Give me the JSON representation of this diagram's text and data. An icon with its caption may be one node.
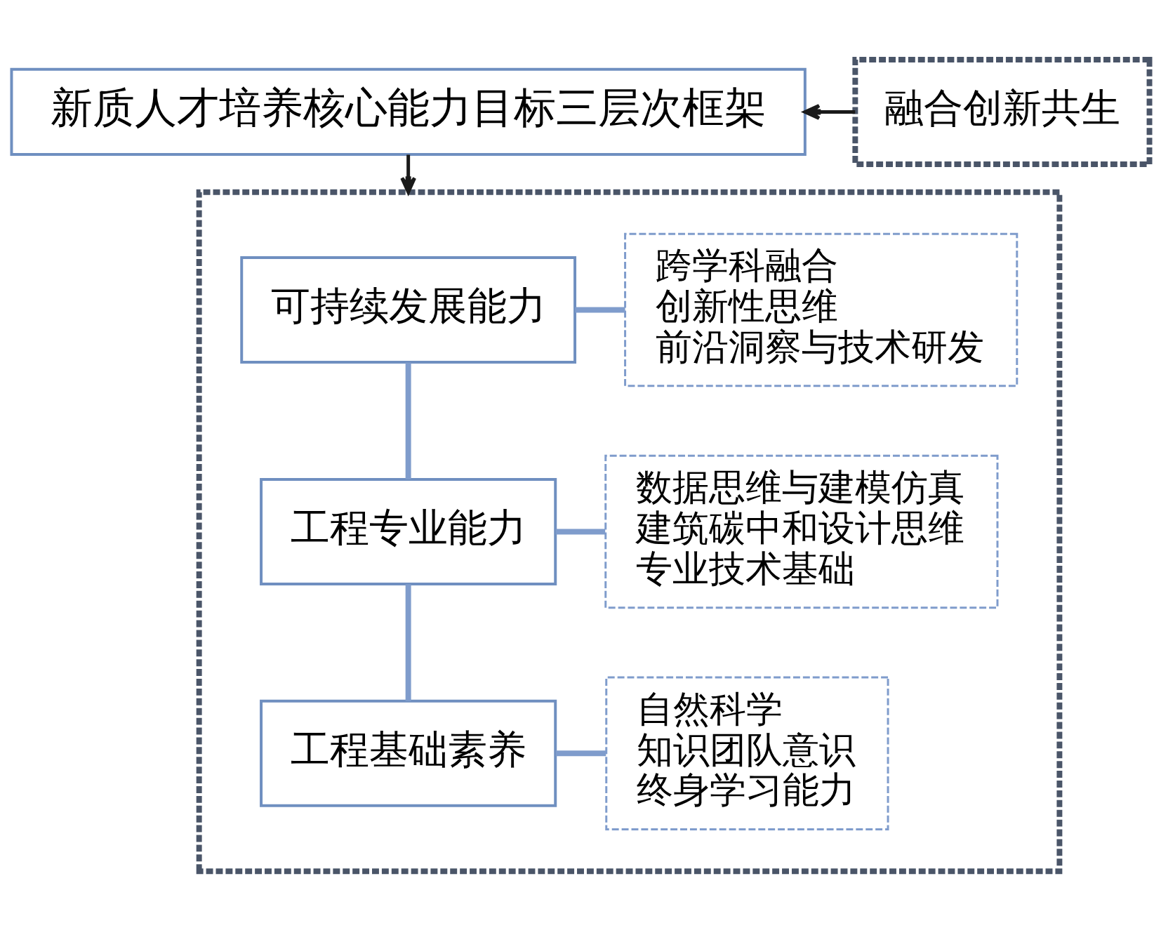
{
  "diagram": {
    "nodes": [
      {
        "text": [
          "新质人才培养核心能力目标三层次框架"
        ]
      },
      {
        "text": [
          "融合创新共生"
        ]
      },
      {
        "text": [],
        "shape": "box"
      },
      {
        "text": [
          "可持续发展能力"
        ],
        "in": 2
      },
      {
        "text": [
          "跨学科融合",
          "创新性思维",
          "前沿洞察与技术研发"
        ],
        "in": 2
      },
      {
        "text": [
          "工程专业能力"
        ],
        "in": 2
      },
      {
        "text": [
          "数据思维与建模仿真",
          "建筑碳中和设计思维",
          "专业技术基础"
        ],
        "in": 2
      },
      {
        "text": [
          "工程基础素养"
        ],
        "in": 2
      },
      {
        "text": [
          "自然科学",
          "知识团队意识",
          "终身学习能力"
        ],
        "in": 2
      }
    ],
    "edges": [
      {
        "from": 1,
        "to": 0,
        "arrow": "to",
        "color": "#1a1a1a"
      },
      {
        "from": 0,
        "to": 2,
        "arrow": "to",
        "color": "#1a1a1a"
      },
      {
        "from": 3,
        "to": 4,
        "arrow": "none"
      },
      {
        "from": 5,
        "to": 6,
        "arrow": "none"
      },
      {
        "from": 7,
        "to": 8,
        "arrow": "none"
      },
      {
        "from": 3,
        "to": 5,
        "arrow": "none"
      },
      {
        "from": 5,
        "to": 7,
        "arrow": "none"
      }
    ]
  }
}
